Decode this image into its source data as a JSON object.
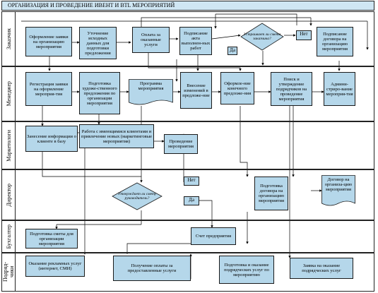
{
  "title": "ОРГАНИЗАЦИЯ И ПРОВЕДЕНИЕ ИВЕНТ И BTL МЕРОПРИЯТИЙ",
  "lanes": {
    "zakazchik": "Заказчик",
    "menedzher": "Менеджер",
    "marketolog": "Маркетологи",
    "direktor": "Директор",
    "buhgalter": "Бухгалтер",
    "podryadchiki": "Подряд-\nчики"
  },
  "nodes": {
    "z1": "Оформление заявки на организацию мероприятия",
    "z2": "Уточнение исходных данных для подготовки предложения",
    "z3": "Оплата за оказанные услуги",
    "z4": "Подписание акта выполнен-ных работ",
    "z5": "Подписание договора на организацию мероприятия",
    "m1": "Регистрация заявки на оформление мероприя-тия",
    "m2": "Подготовка художе-ственного предложения по организации мероприятия",
    "m3": "Программа мероприятия",
    "m4": "Внесение изменений в предложе-ние",
    "m5": "Оформле-ние конечного предложе-ния",
    "m6": "Поиск и утверждение подрядчиков на проведение мероприятия",
    "m7": "Админи-стриро-вание мероприя-тия",
    "mk1": "Занесение информации о клиенте в базу",
    "mk2": "Работа с имеющимися клиентами и привлечение новых (маркетинговые мероприятия)",
    "mk3": "Проведение мероприятия",
    "d1": "Подготовка договора на организацию мероприятия",
    "d2": "Договор на организа-цию мероприятия",
    "b1": "Подготовка сметы для организации мероприятия",
    "b2": "Счет предприятия",
    "p1": "Оказание рекламных услуг (интернет, СМИ)",
    "p2": "Получение оплаты за предоставленные услуги",
    "p3": "Подготовка и оказание подрядческих услуг по мероприятию",
    "p4": "Заявка на оказание подрядческих услуг"
  },
  "decisions": {
    "dz": "Устраивает ли смета заказчика?",
    "dd": "Утверждает ли смету руководитель?"
  },
  "answers": {
    "z_no": "Нет",
    "z_yes": "Да",
    "d_no": "Нет",
    "d_yes": "Да"
  },
  "colors": {
    "fill": "#b5d7ea",
    "title_bg": "#cfe6f3",
    "stroke": "#1a1a1a"
  }
}
